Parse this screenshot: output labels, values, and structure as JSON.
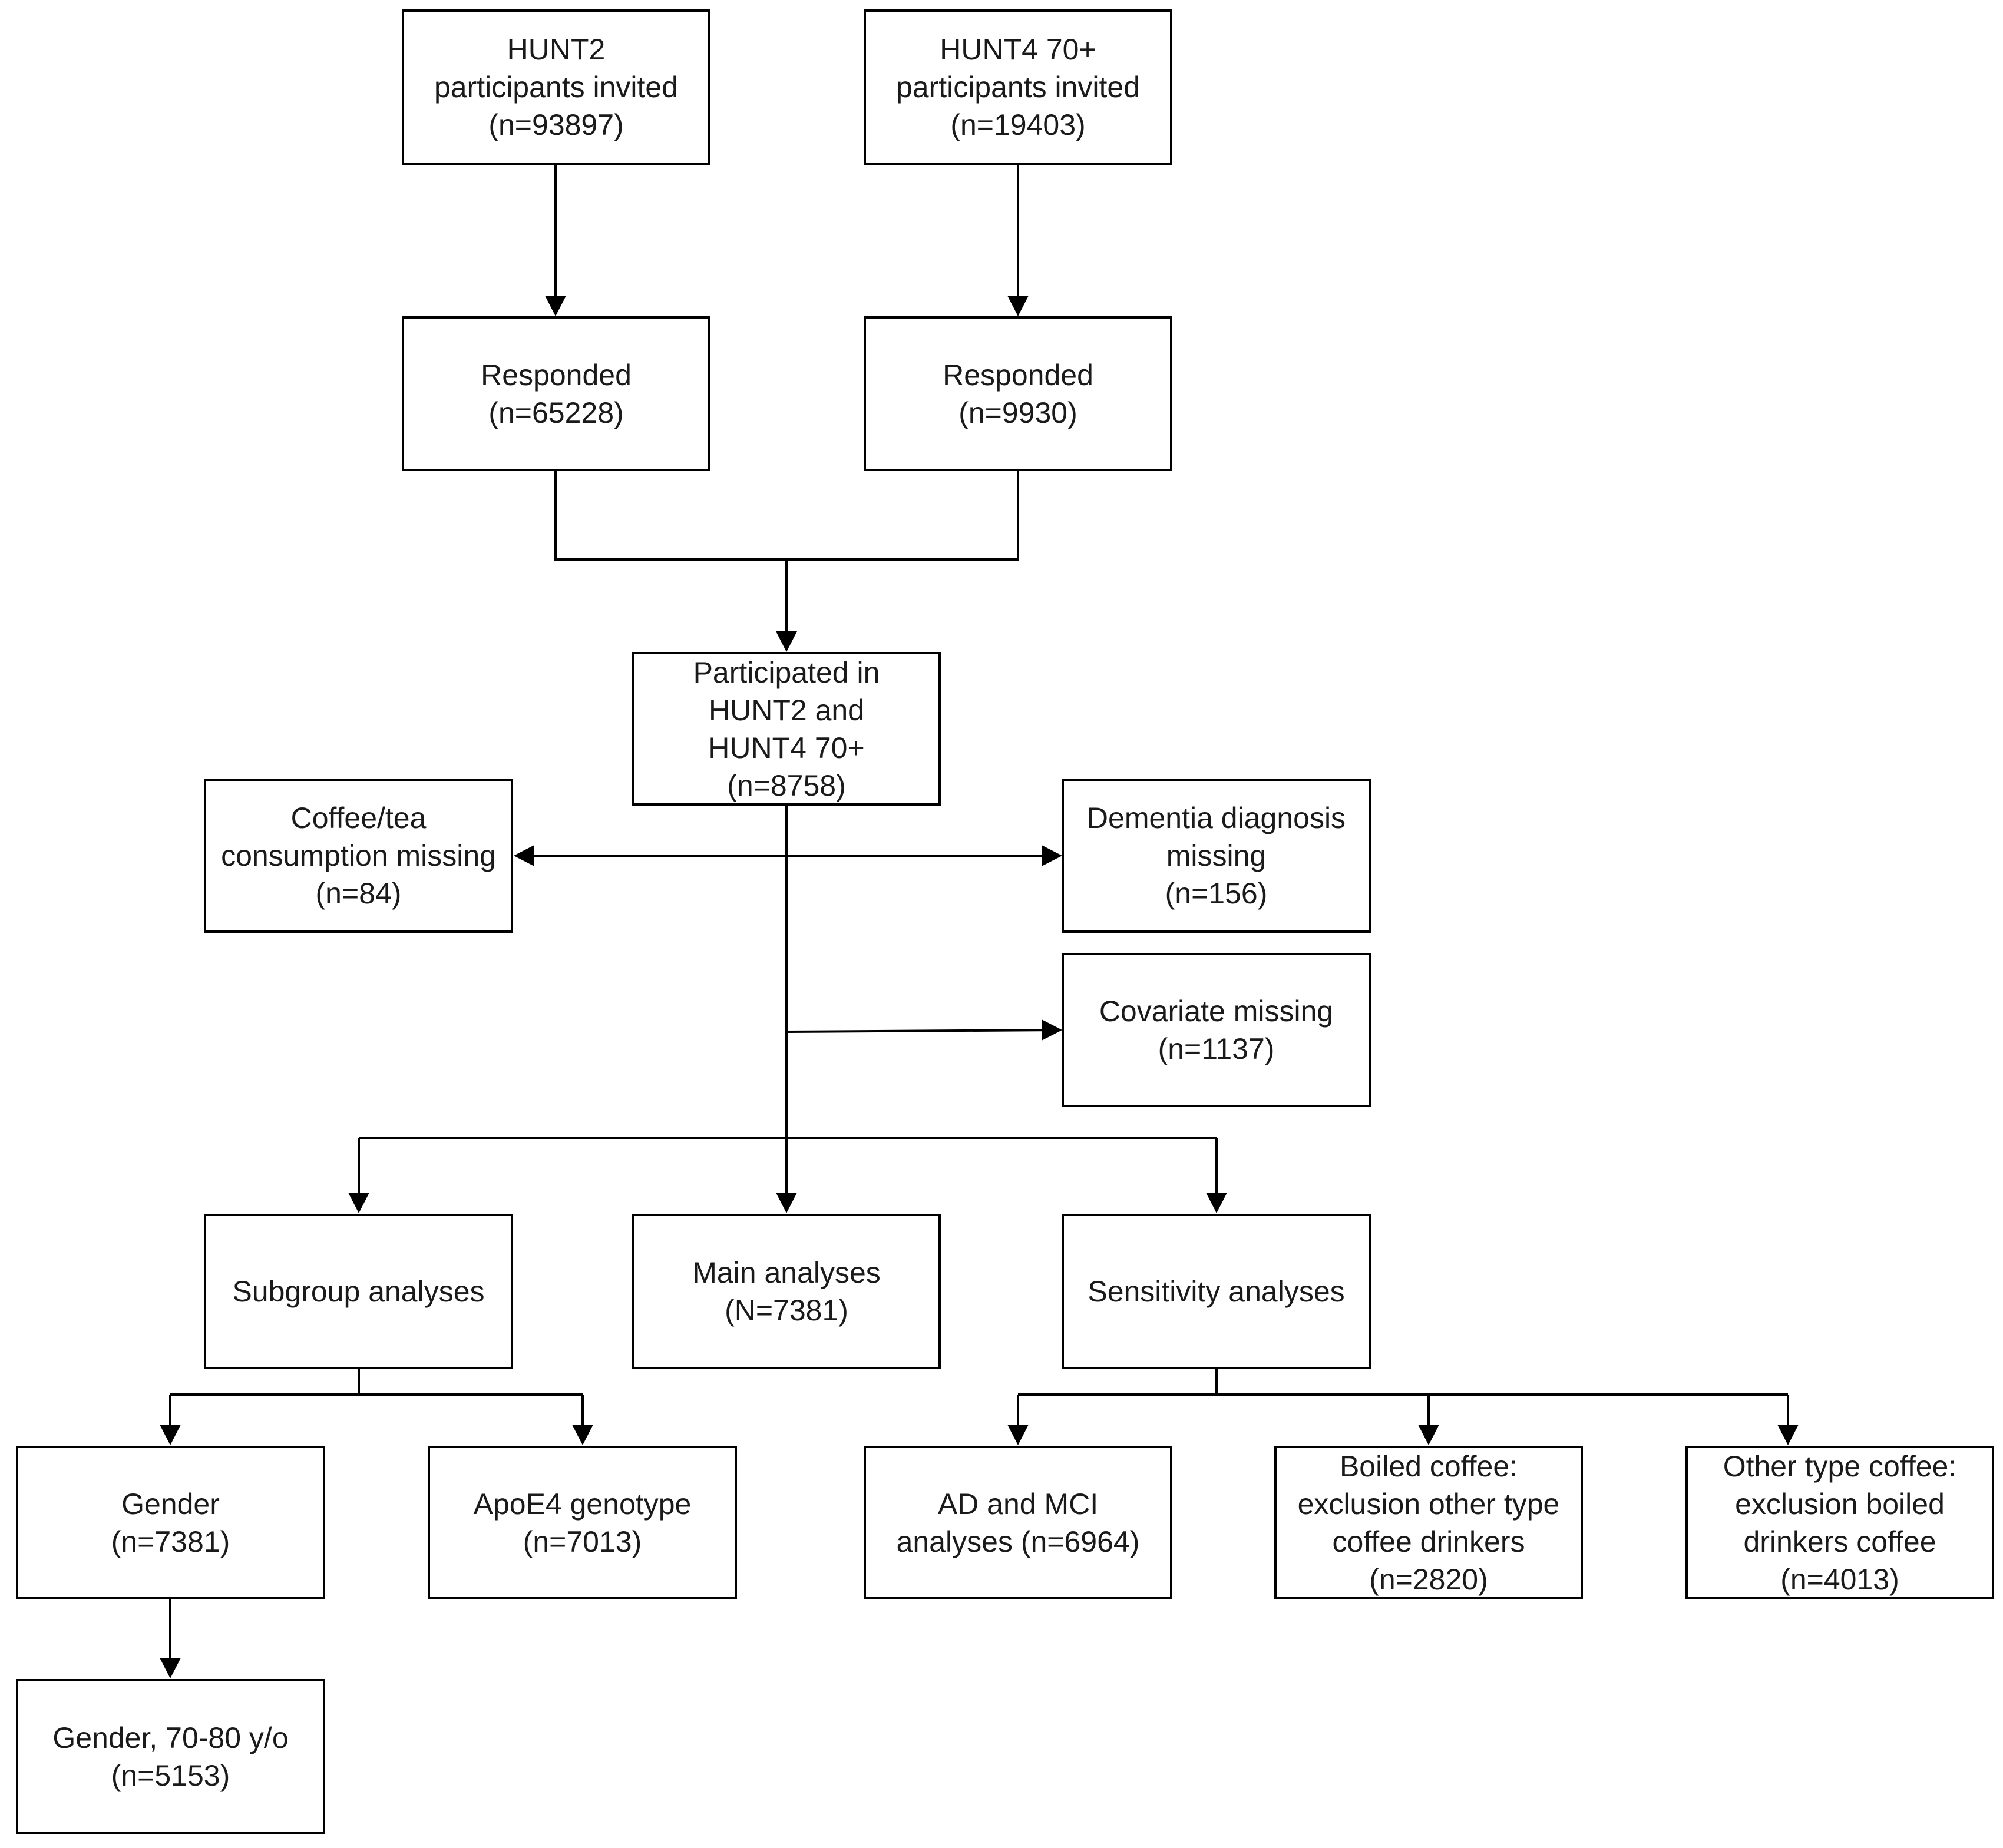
{
  "colors": {
    "line": "#000000",
    "box_fill": "#ffffff",
    "text": "#1a1a1a"
  },
  "nodes": {
    "hunt2_invited": {
      "lines": [
        "HUNT2",
        "participants invited",
        "(n=93897)"
      ]
    },
    "hunt4_invited": {
      "lines": [
        "HUNT4 70+",
        "participants invited",
        "(n=19403)"
      ]
    },
    "hunt2_responded": {
      "lines": [
        "Responded",
        "(n=65228)"
      ]
    },
    "hunt4_responded": {
      "lines": [
        "Responded",
        "(n=9930)"
      ]
    },
    "participated": {
      "lines": [
        "Participated in",
        "HUNT2 and",
        "HUNT4 70+",
        "(n=8758)"
      ]
    },
    "coffee_missing": {
      "lines": [
        "Coffee/tea",
        "consumption missing",
        "(n=84)"
      ]
    },
    "dementia_missing": {
      "lines": [
        "Dementia diagnosis",
        "missing",
        "(n=156)"
      ]
    },
    "covariate_missing": {
      "lines": [
        "Covariate missing",
        "(n=1137)"
      ]
    },
    "subgroup": {
      "lines": [
        "Subgroup analyses"
      ]
    },
    "main": {
      "lines": [
        "Main analyses",
        "(N=7381)"
      ]
    },
    "sensitivity": {
      "lines": [
        "Sensitivity analyses"
      ]
    },
    "gender": {
      "lines": [
        "Gender",
        "(n=7381)"
      ]
    },
    "apoe4": {
      "lines": [
        "ApoE4 genotype",
        "(n=7013)"
      ]
    },
    "ad_mci": {
      "lines": [
        "AD and MCI",
        "analyses (n=6964)"
      ]
    },
    "boiled": {
      "lines": [
        "Boiled coffee:",
        "exclusion other type",
        "coffee drinkers",
        "(n=2820)"
      ]
    },
    "other_type": {
      "lines": [
        "Other type coffee:",
        "exclusion boiled",
        "drinkers coffee",
        "(n=4013)"
      ]
    },
    "gender_70_80": {
      "lines": [
        "Gender, 70-80 y/o",
        "(n=5153)"
      ]
    }
  }
}
